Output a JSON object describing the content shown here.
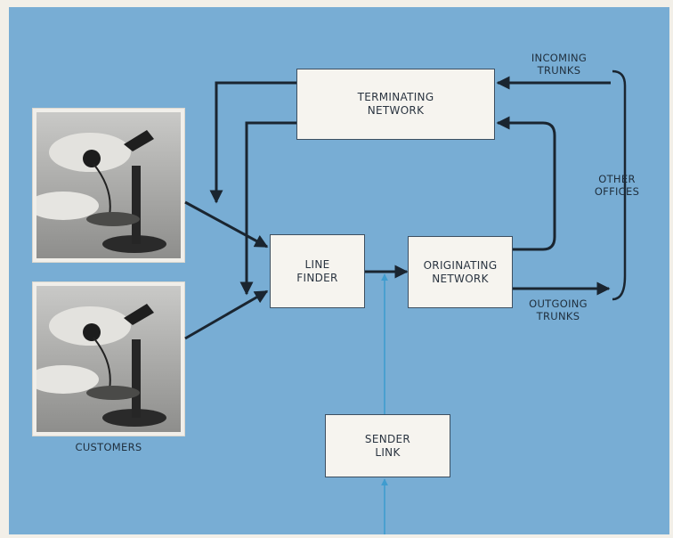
{
  "boxes": {
    "terminating_network": [
      "TERMINATING",
      "NETWORK"
    ],
    "line_finder": [
      "LINE",
      "FINDER"
    ],
    "originating_network": [
      "ORIGINATING",
      "NETWORK"
    ],
    "sender_link": [
      "SENDER",
      "LINK"
    ]
  },
  "labels": {
    "incoming_trunks": [
      "INCOMING",
      "TRUNKS"
    ],
    "outgoing_trunks": [
      "OUTGOING",
      "TRUNKS"
    ],
    "other_offices": [
      "OTHER",
      "OFFICES"
    ],
    "customers": "CUSTOMERS"
  },
  "colors": {
    "background": "#78add4",
    "box_fill": "#f6f4ef",
    "line": "#1a2530",
    "signal_line": "#3f9ccf"
  }
}
